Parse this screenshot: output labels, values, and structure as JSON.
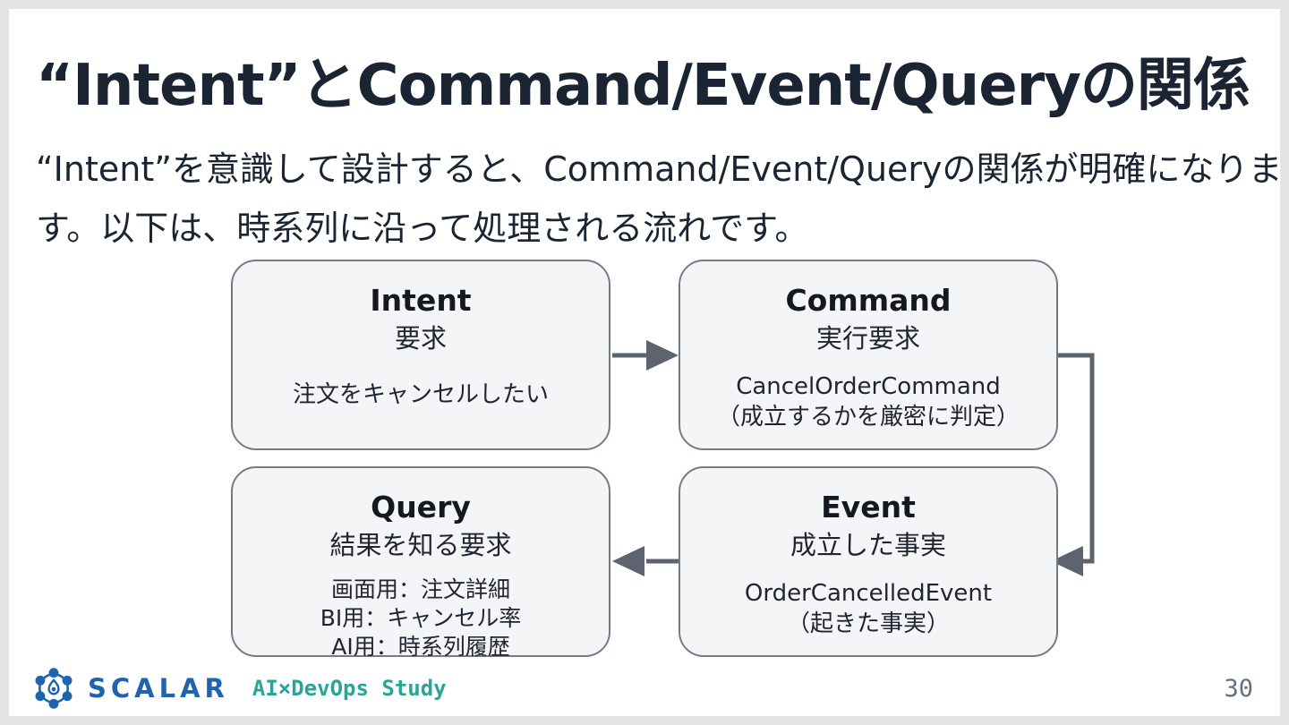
{
  "slide": {
    "title": "“Intent”とCommand/Event/Queryの関係",
    "body_lines": [
      "“Intent”を意識して設計すると、Command/Event/Queryの関係が明確になりま",
      "す。以下は、時系列に沿って処理される流れです。"
    ]
  },
  "diagram": {
    "flow_order": [
      "intent",
      "command",
      "event",
      "query"
    ],
    "boxes": [
      {
        "id": "intent",
        "title": "Intent",
        "subtitle": "要求",
        "lines": [
          "注文をキャンセルしたい"
        ]
      },
      {
        "id": "command",
        "title": "Command",
        "subtitle": "実行要求",
        "lines": [
          "CancelOrderCommand",
          "（成立するかを厳密に判定）"
        ]
      },
      {
        "id": "query",
        "title": "Query",
        "subtitle": "結果を知る要求",
        "lines": [
          "画面用：注文詳細",
          "BI用：キャンセル率",
          "AI用：時系列履歴"
        ]
      },
      {
        "id": "event",
        "title": "Event",
        "subtitle": "成立した事実",
        "lines": [
          "OrderCancelledEvent",
          "（起きた事実）"
        ]
      }
    ]
  },
  "footer": {
    "brand": "SCALAR",
    "event_name": "AI×DevOps Study",
    "page_number": "30"
  },
  "colors": {
    "title_text": "#1b2433",
    "box_fill": "#f4f5f7",
    "box_border": "#757b85",
    "arrow": "#5d6470",
    "brand_blue": "#1f64ad",
    "brand_teal": "#2aa496",
    "page_number_gray": "#64707e",
    "slide_bg": "#ffffff",
    "canvas_bg": "#e3e4e5"
  }
}
